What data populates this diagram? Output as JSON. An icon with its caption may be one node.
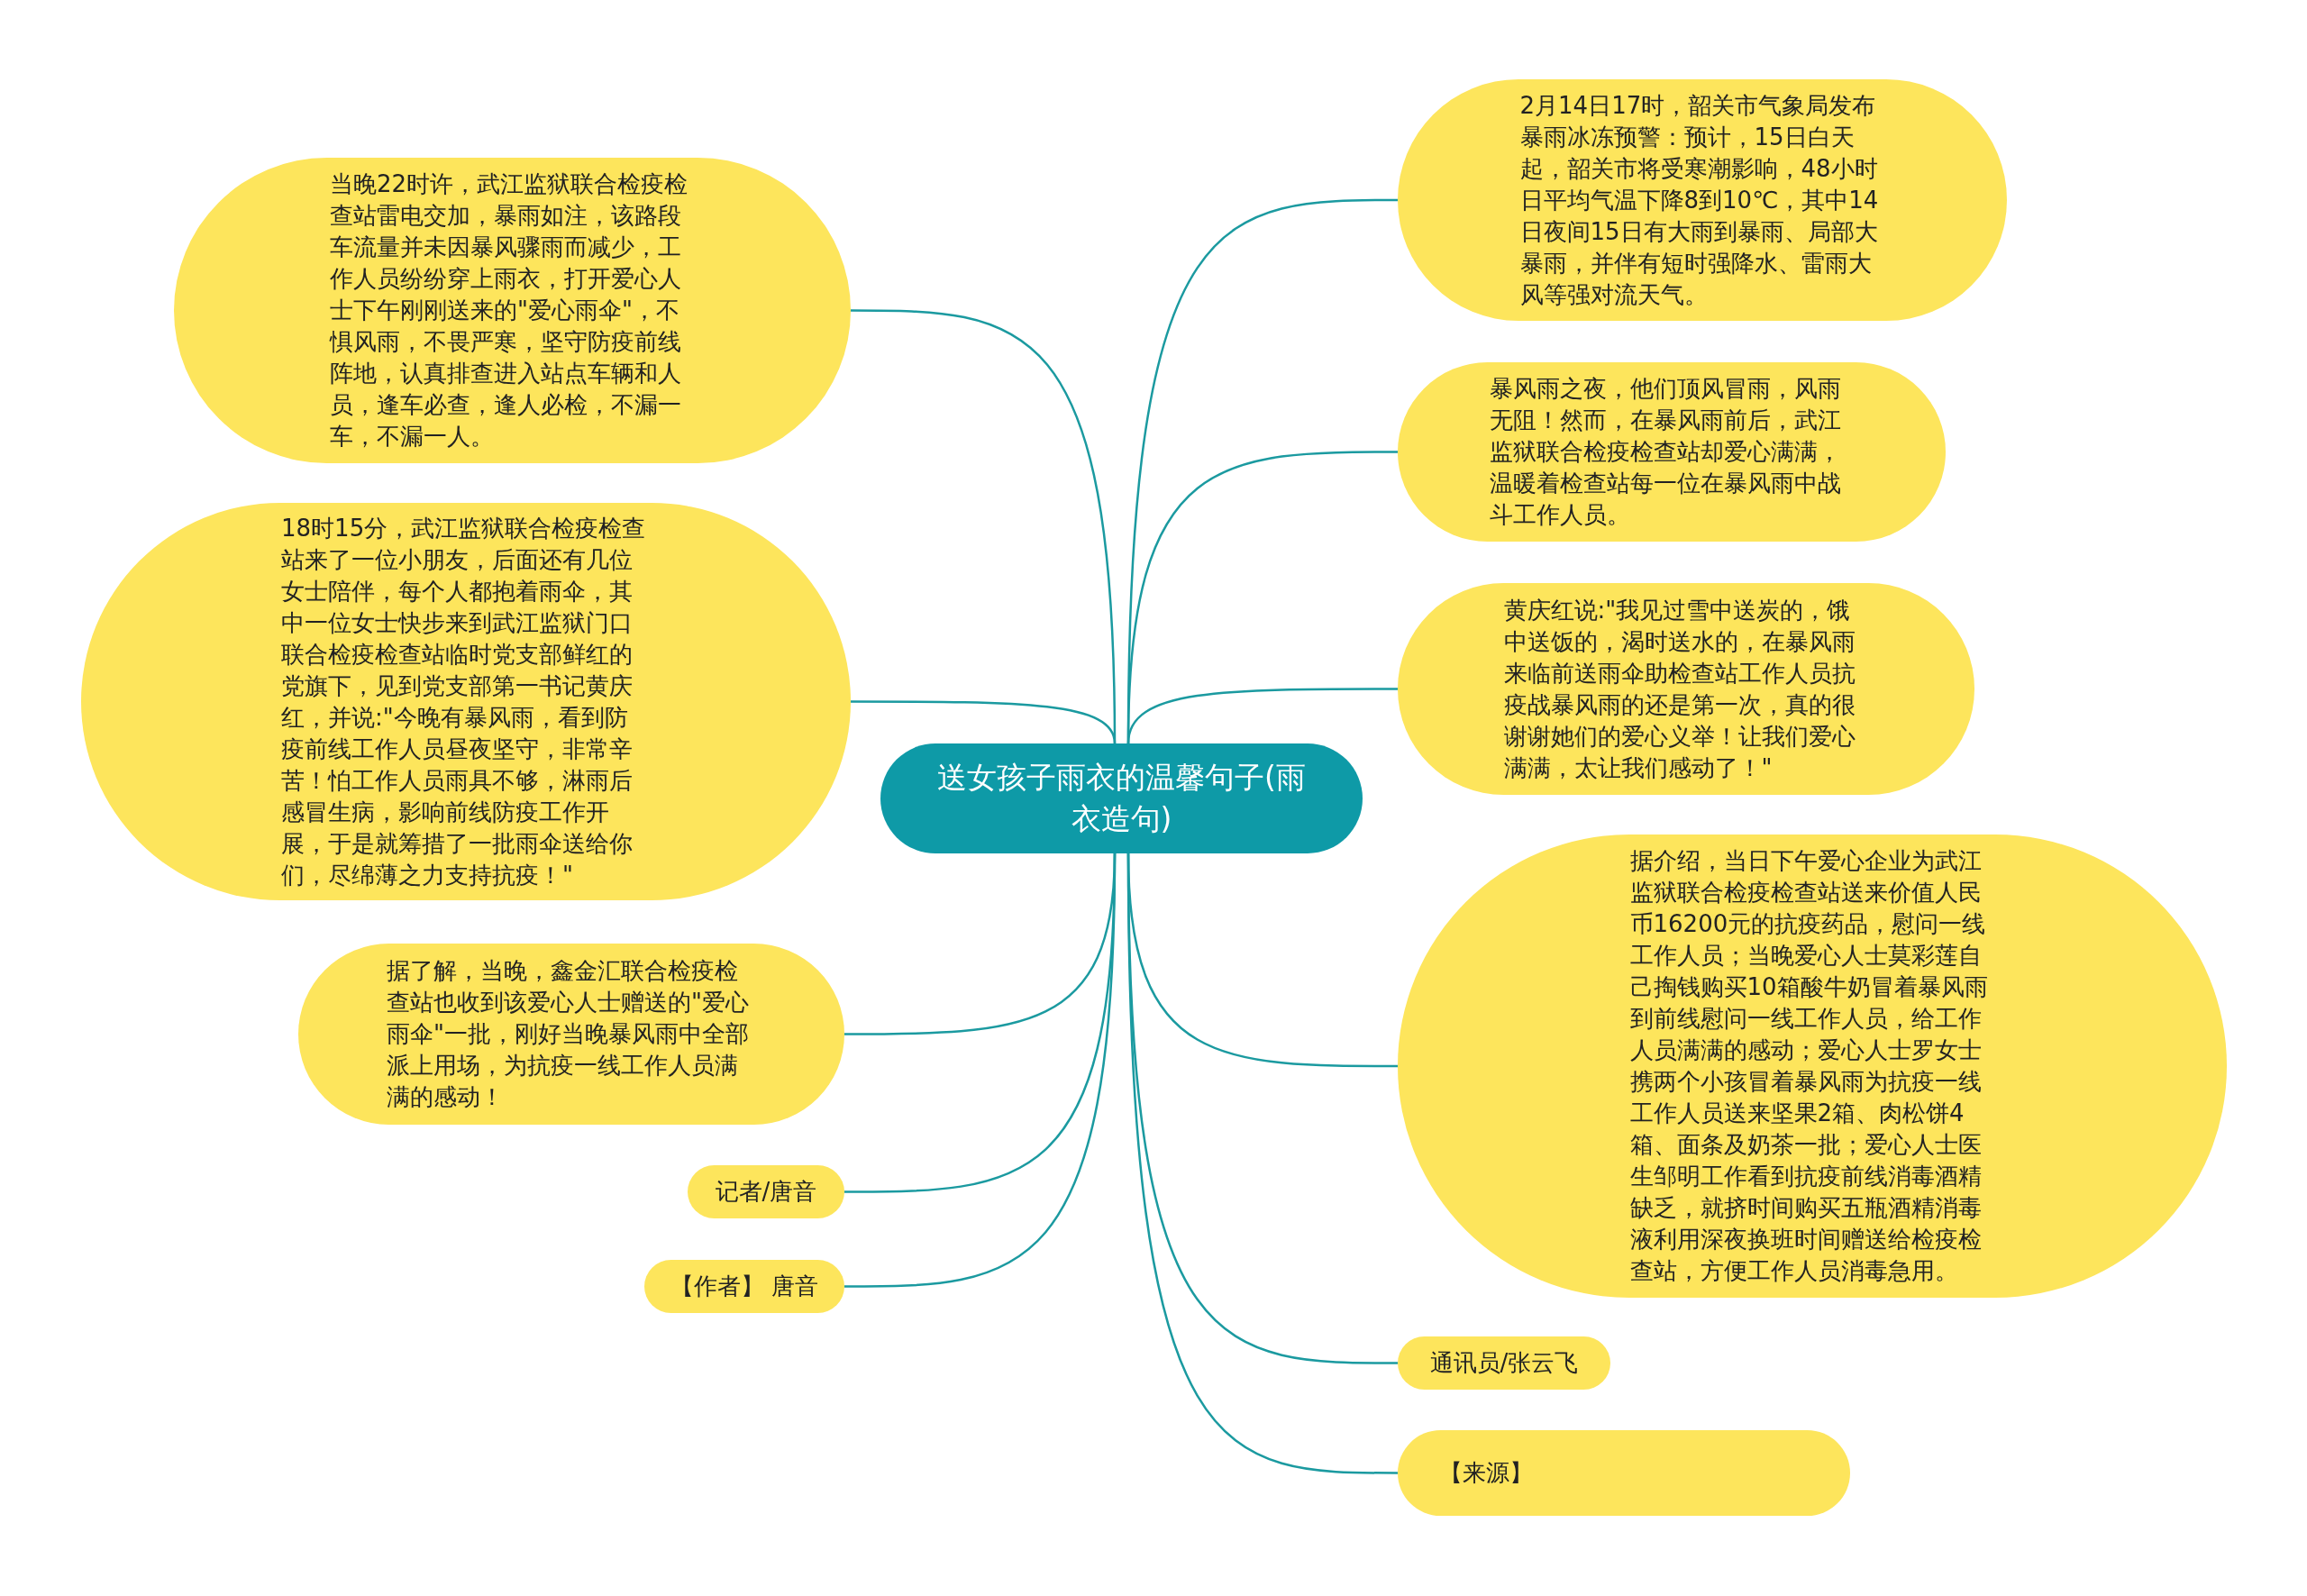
{
  "diagram": {
    "nodes": [
      {
        "text": [
          "送女孩子雨衣的温馨句子(雨衣造句)"
        ]
      },
      {
        "text": [
          "当晚22时许，武江监狱联合检疫检查站雷电交加，暴雨如注，该路段车流量并未因暴风骤雨而减少，工作人员纷纷穿上雨衣，打开爱心人士下午刚刚送来的\"爱心雨伞\"，不惧风雨，不畏严寒，坚守防疫前线阵地，认真排查进入站点车辆和人员，逢车必查，逢人必检，不漏一车，不漏一人。"
        ]
      },
      {
        "text": [
          "18时15分，武江监狱联合检疫检查站来了一位小朋友，后面还有几位女士陪伴，每个人都抱着雨伞，其中一位女士快步来到武江监狱门口联合检疫检查站临时党支部鲜红的党旗下，见到党支部第一书记黄庆红，并说:\"今晚有暴风雨，看到防疫前线工作人员昼夜坚守，非常辛苦！怕工作人员雨具不够，淋雨后感冒生病，影响前线防疫工作开展，于是就筹措了一批雨伞送给你们，尽绵薄之力支持抗疫！\""
        ]
      },
      {
        "text": [
          "据了解，当晚，鑫金汇联合检疫检查站也收到该爱心人士赠送的\"爱心雨伞\"一批，刚好当晚暴风雨中全部派上用场，为抗疫一线工作人员满满的感动！"
        ]
      },
      {
        "text": [
          "记者/唐音"
        ]
      },
      {
        "text": [
          "【作者】 唐音"
        ]
      },
      {
        "text": [
          "2月14日17时，韶关市气象局发布暴雨冰冻预警：预计，15日白天起，韶关市将受寒潮影响，48小时日平均气温下降8到10℃，其中14日夜间15日有大雨到暴雨、局部大暴雨，并伴有短时强降水、雷雨大风等强对流天气。"
        ]
      },
      {
        "text": [
          "暴风雨之夜，他们顶风冒雨，风雨无阻！然而，在暴风雨前后，武江监狱联合检疫检查站却爱心满满，温暖着检查站每一位在暴风雨中战斗工作人员。"
        ]
      },
      {
        "text": [
          "黄庆红说:\"我见过雪中送炭的，饿中送饭的，渴时送水的，在暴风雨来临前送雨伞助检查站工作人员抗疫战暴风雨的还是第一次，真的很谢谢她们的爱心义举！让我们爱心满满，太让我们感动了！\""
        ]
      },
      {
        "text": [
          "据介绍，当日下午爱心企业为武江监狱联合检疫检查站送来价值人民币16200元的抗疫药品，慰问一线工作人员；当晚爱心人士莫彩莲自己掏钱购买10箱酸牛奶冒着暴风雨到前线慰问一线工作人员，给工作人员满满的感动；爱心人士罗女士携两个小孩冒着暴风雨为抗疫一线工作人员送来坚果2箱、肉松饼4箱、面条及奶茶一批；爱心人士医生邹明工作看到抗疫前线消毒酒精缺乏，就挤时间购买五瓶酒精消毒液利用深夜换班时间赠送给检疫检查站，方便工作人员消毒急用。"
        ]
      },
      {
        "text": [
          "通讯员/张云飞"
        ]
      },
      {
        "text": [
          "【来源】"
        ]
      }
    ],
    "edges": [
      {
        "from": 0,
        "to": 1,
        "arrow": "none"
      },
      {
        "from": 0,
        "to": 2,
        "arrow": "none"
      },
      {
        "from": 0,
        "to": 3,
        "arrow": "none"
      },
      {
        "from": 0,
        "to": 4,
        "arrow": "none"
      },
      {
        "from": 0,
        "to": 5,
        "arrow": "none"
      },
      {
        "from": 0,
        "to": 6,
        "arrow": "none"
      },
      {
        "from": 0,
        "to": 7,
        "arrow": "none"
      },
      {
        "from": 0,
        "to": 8,
        "arrow": "none"
      },
      {
        "from": 0,
        "to": 9,
        "arrow": "none"
      },
      {
        "from": 0,
        "to": 10,
        "arrow": "none"
      },
      {
        "from": 0,
        "to": 11,
        "arrow": "none"
      }
    ]
  }
}
